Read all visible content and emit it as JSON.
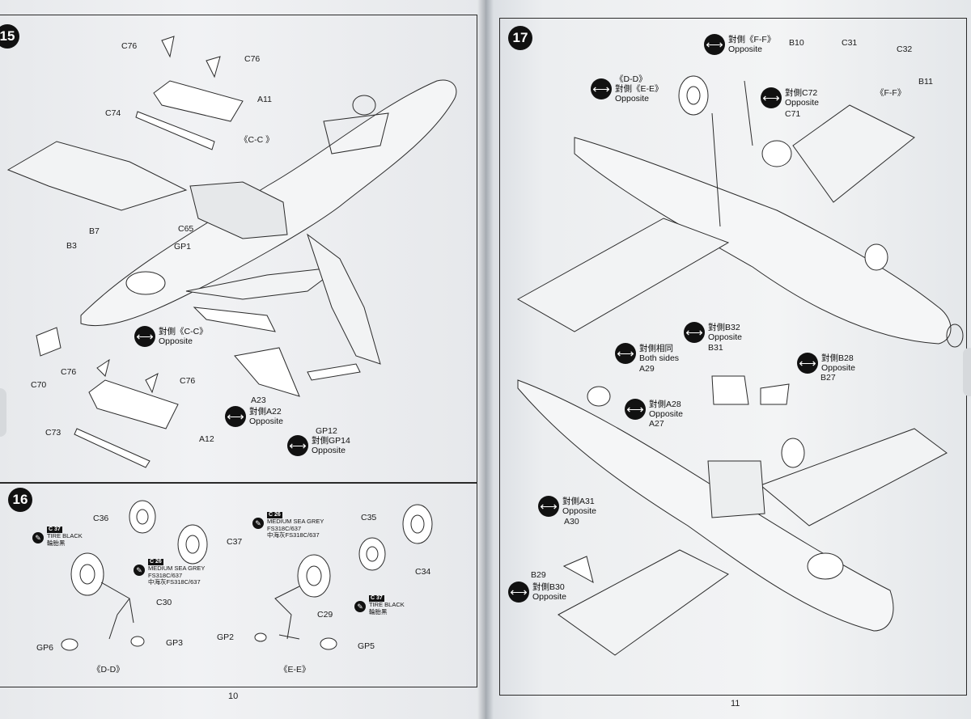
{
  "steps": {
    "s15": "15",
    "s16": "16",
    "s17": "17"
  },
  "step15": {
    "labels": {
      "c76a": "C76",
      "c76b": "C76",
      "a11": "A11",
      "c74": "C74",
      "cc": "《C-C 》",
      "b7": "B7",
      "c65": "C65",
      "b3": "B3",
      "gp1": "GP1",
      "c76c": "C76",
      "c76d": "C76",
      "c70": "C70",
      "c73": "C73",
      "a12": "A12",
      "a23": "A23",
      "gp12": "GP12"
    },
    "opp_cc": {
      "l1": "對側《C-C》",
      "l2": "Opposite"
    },
    "opp_a22": {
      "l1": "對側A22",
      "l2": "Opposite"
    },
    "opp_gp14": {
      "l1": "對側GP14",
      "l2": "Opposite"
    }
  },
  "step16": {
    "labels": {
      "c36": "C36",
      "c37": "C37",
      "c30": "C30",
      "gp6": "GP6",
      "gp3": "GP3",
      "dd": "《D-D》",
      "c35": "C35",
      "c34": "C34",
      "c29": "C29",
      "gp2": "GP2",
      "gp5": "GP5",
      "ee": "《E-E》"
    },
    "paint_black_l": {
      "code": "C 37",
      "l1": "TIRE BLACK",
      "l2": "輪胎黑"
    },
    "paint_grey_l": {
      "code": "C 26",
      "l1": "MEDIUM SEA GREY",
      "l2": "FS318C/637",
      "l3": "中海灰FS318C/637"
    },
    "paint_grey_r": {
      "code": "C 26",
      "l1": "MEDIUM SEA GREY",
      "l2": "FS318C/637",
      "l3": "中海灰FS318C/637"
    },
    "paint_black_r": {
      "code": "C 37",
      "l1": "TIRE BLACK",
      "l2": "輪胎黑"
    }
  },
  "step17": {
    "labels": {
      "b10": "B10",
      "c31": "C31",
      "c32": "C32",
      "b11": "B11",
      "ff": "《F-F》",
      "c71": "C71",
      "b31": "B31",
      "a29": "A29",
      "b27": "B27",
      "a27": "A27",
      "a30": "A30",
      "b29": "B29"
    },
    "opp_ff": {
      "l1": "對側《F-F》",
      "l2": "Opposite"
    },
    "opp_dd_ee": {
      "l0": "《D-D》",
      "l1": "對側《E-E》",
      "l2": "Opposite"
    },
    "opp_c72": {
      "l1": "對側C72",
      "l2": "Opposite"
    },
    "opp_b32": {
      "l1": "對側B32",
      "l2": "Opposite"
    },
    "both_sides": {
      "l1": "對側相同",
      "l2": "Both sides"
    },
    "opp_b28": {
      "l1": "對側B28",
      "l2": "Opposite"
    },
    "opp_a28": {
      "l1": "對側A28",
      "l2": "Opposite"
    },
    "opp_a31": {
      "l1": "對側A31",
      "l2": "Opposite"
    },
    "opp_b30": {
      "l1": "對側B30",
      "l2": "Opposite"
    }
  },
  "page_numbers": {
    "left": "10",
    "right": "11"
  }
}
